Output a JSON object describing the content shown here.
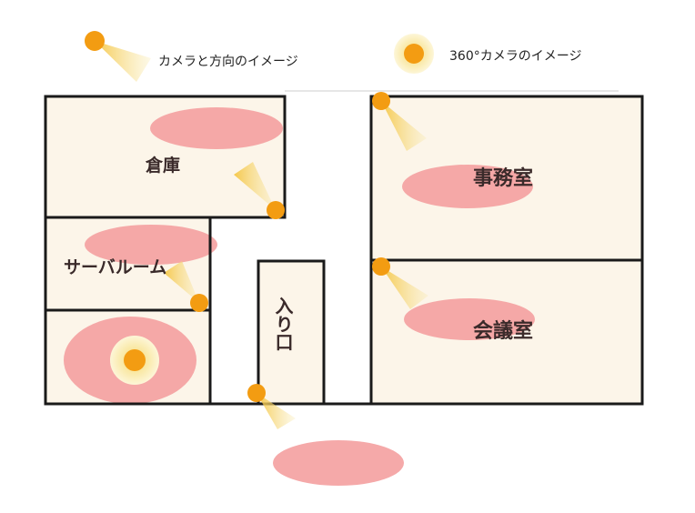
{
  "legend": {
    "directional_camera_label": "カメラと方向のイメージ",
    "camera_360_label": "360°カメラのイメージ"
  },
  "rooms": {
    "storage": "倉庫",
    "server_room": "サーバルーム",
    "office": "事務室",
    "meeting_room": "会議室",
    "entrance": "入り口"
  },
  "colors": {
    "wall": "#1a1a1a",
    "floor": "#fcf5e9",
    "camera": "#f39c12",
    "beam": "#f5d77a",
    "coverage": "#f4a0a0",
    "halo": "#fbeeb8"
  },
  "icons": {
    "camera": "camera-dot-icon",
    "camera_360": "camera-360-icon",
    "beam": "view-cone-icon"
  }
}
